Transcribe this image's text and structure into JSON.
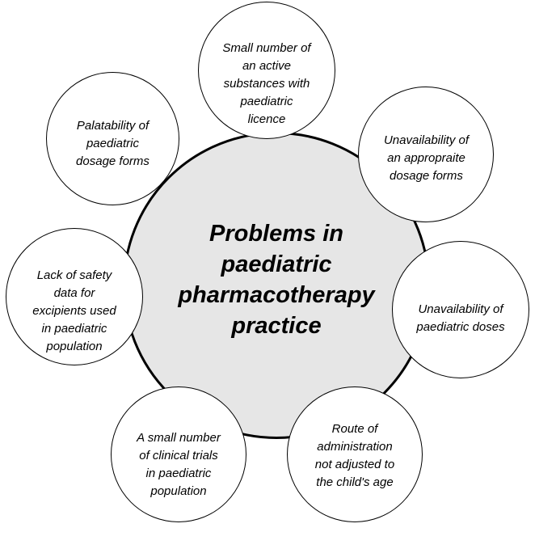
{
  "center": {
    "lines": [
      "Problems in",
      "paediatric",
      "pharmacotherapy",
      "practice"
    ]
  },
  "nodes": [
    {
      "id": "top",
      "lines": [
        "Small number of",
        "an active",
        "substances with",
        "paediatric",
        "licence"
      ]
    },
    {
      "id": "top-right",
      "lines": [
        "Unavailability of",
        "an appropraite",
        "dosage forms"
      ]
    },
    {
      "id": "right",
      "lines": [
        "Unavailability of",
        "paediatric doses"
      ]
    },
    {
      "id": "bottom-right",
      "lines": [
        "Route of",
        "administration",
        "not adjusted to",
        "the child's age"
      ]
    },
    {
      "id": "bottom-left",
      "lines": [
        "A small number",
        "of clinical trials",
        "in paediatric",
        "population"
      ]
    },
    {
      "id": "left",
      "lines": [
        "Lack of safety",
        "data for",
        "excipients used",
        "in paediatric",
        "population"
      ]
    },
    {
      "id": "top-left",
      "lines": [
        "Palatability of",
        "paediatric",
        "dosage forms"
      ]
    }
  ],
  "colors": {
    "center_fill": "#e6e6e6",
    "outline": "#000000",
    "node_fill": "#ffffff"
  }
}
